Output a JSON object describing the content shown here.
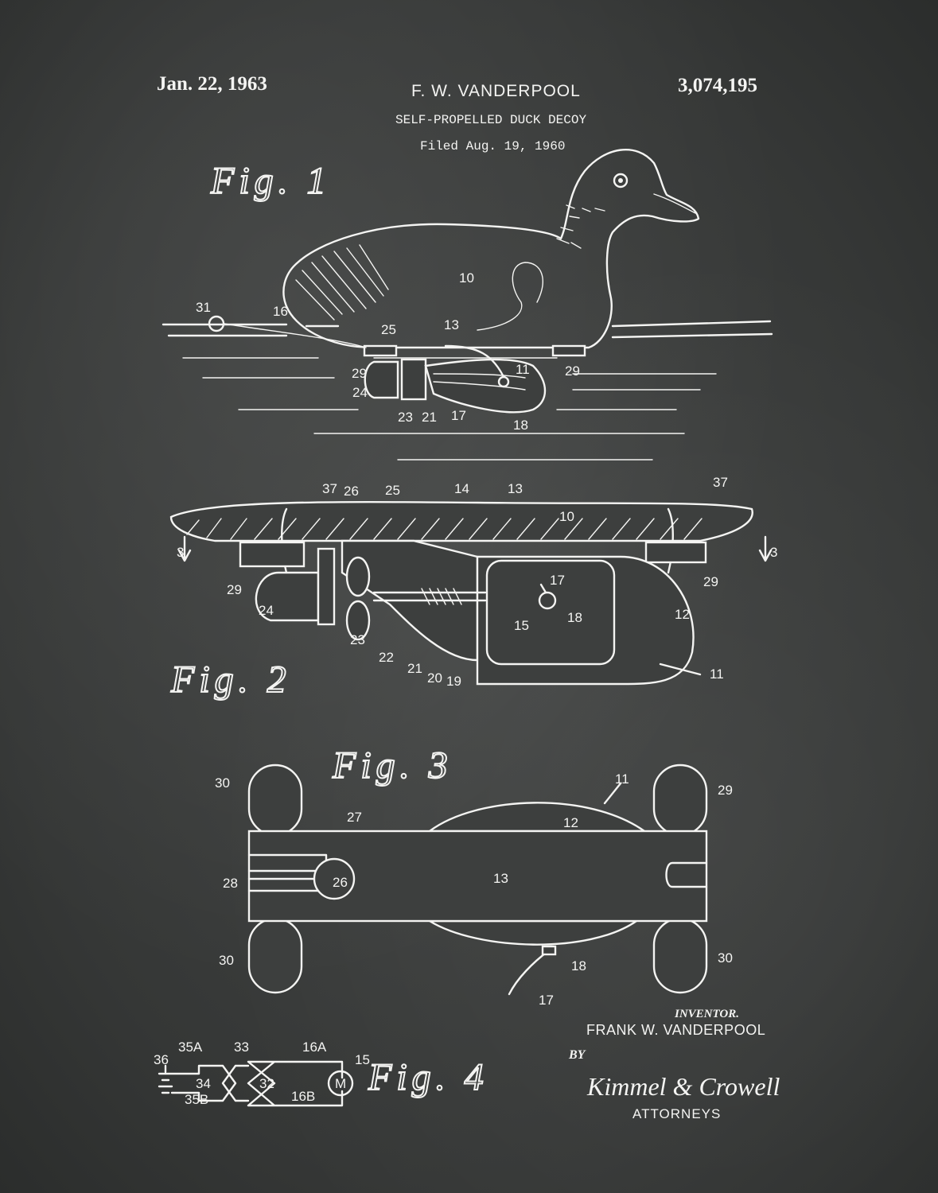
{
  "header": {
    "date": "Jan. 22, 1963",
    "inventor_name": "F. W. VANDERPOOL",
    "patent_number": "3,074,195",
    "title": "SELF-PROPELLED DUCK DECOY",
    "filed": "Filed Aug. 19, 1960"
  },
  "figures": {
    "fig1": "Fig. 1",
    "fig2": "Fig. 2",
    "fig3": "Fig. 3",
    "fig4": "Fig. 4"
  },
  "fig1_labels": [
    "31",
    "16",
    "10",
    "25",
    "13",
    "29",
    "11",
    "29",
    "24",
    "23",
    "21",
    "17",
    "18"
  ],
  "fig2_labels": [
    "37",
    "26",
    "25",
    "14",
    "13",
    "10",
    "37",
    "3",
    "3",
    "29",
    "29",
    "24",
    "23",
    "22",
    "21",
    "20",
    "19",
    "17",
    "18",
    "15",
    "12",
    "11"
  ],
  "fig3_labels": [
    "30",
    "11",
    "29",
    "27",
    "12",
    "28",
    "26",
    "13",
    "30",
    "18",
    "17",
    "30"
  ],
  "fig4_labels": [
    "36",
    "35A",
    "33",
    "16A",
    "15",
    "34",
    "32",
    "35B",
    "16B",
    "M"
  ],
  "signature": {
    "inventor_label": "INVENTOR.",
    "inventor_full_name": "FRANK W. VANDERPOOL",
    "by": "BY",
    "firm_signature": "Kimmel & Crowell",
    "attorneys": "ATTORNEYS"
  },
  "colors": {
    "background": "#3a3c3b",
    "ink": "#f4f4f2"
  }
}
